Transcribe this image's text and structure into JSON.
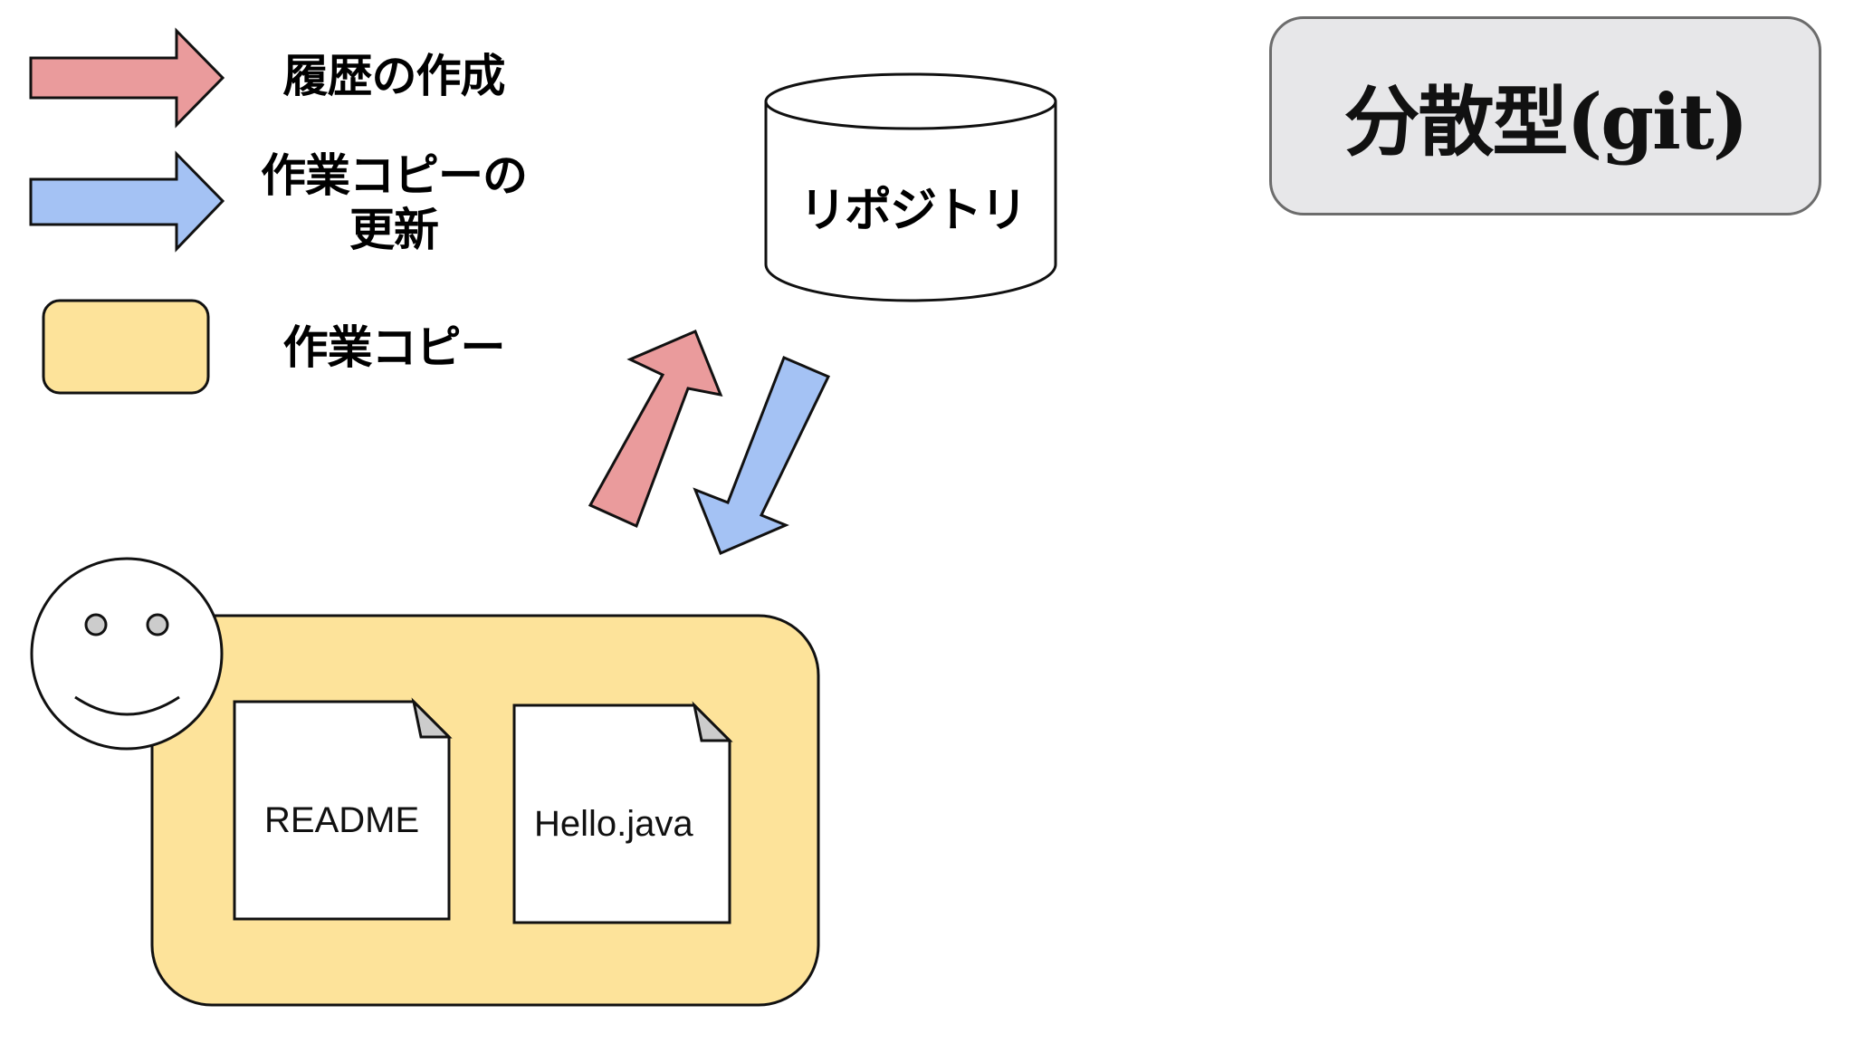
{
  "title": "分散型(git)",
  "legend": {
    "commit_label": "履歴の作成",
    "update_label_line1": "作業コピーの",
    "update_label_line2": "更新",
    "working_copy_label": "作業コピー"
  },
  "repository": {
    "label": "リポジトリ"
  },
  "working_copy": {
    "files": [
      {
        "name": "README"
      },
      {
        "name": "Hello.java"
      }
    ]
  },
  "colors": {
    "commit_arrow": "#ea9b9c",
    "update_arrow": "#a4c2f4",
    "working_copy_fill": "#fde39a",
    "title_box_fill": "#e7e7e9",
    "outline": "#111111"
  },
  "icons": {
    "user": "smiley-face-icon",
    "file": "document-icon",
    "repository": "database-cylinder-icon"
  }
}
